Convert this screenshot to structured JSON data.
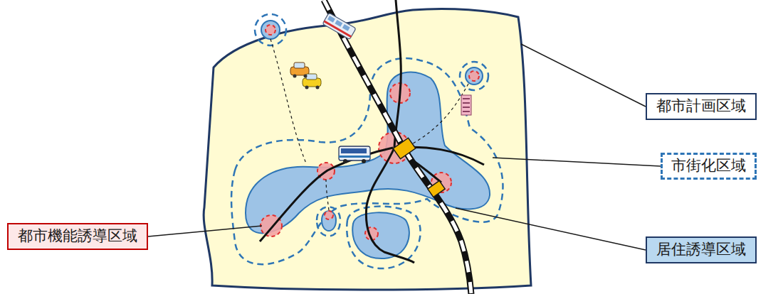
{
  "diagram": {
    "nodes": [
      {
        "text": [
          "都市計画区域"
        ]
      },
      {
        "text": [
          "市街化区域"
        ]
      },
      {
        "text": [
          "都市機能誘導区域"
        ]
      },
      {
        "text": [
          "居住誘導区域"
        ]
      }
    ]
  }
}
